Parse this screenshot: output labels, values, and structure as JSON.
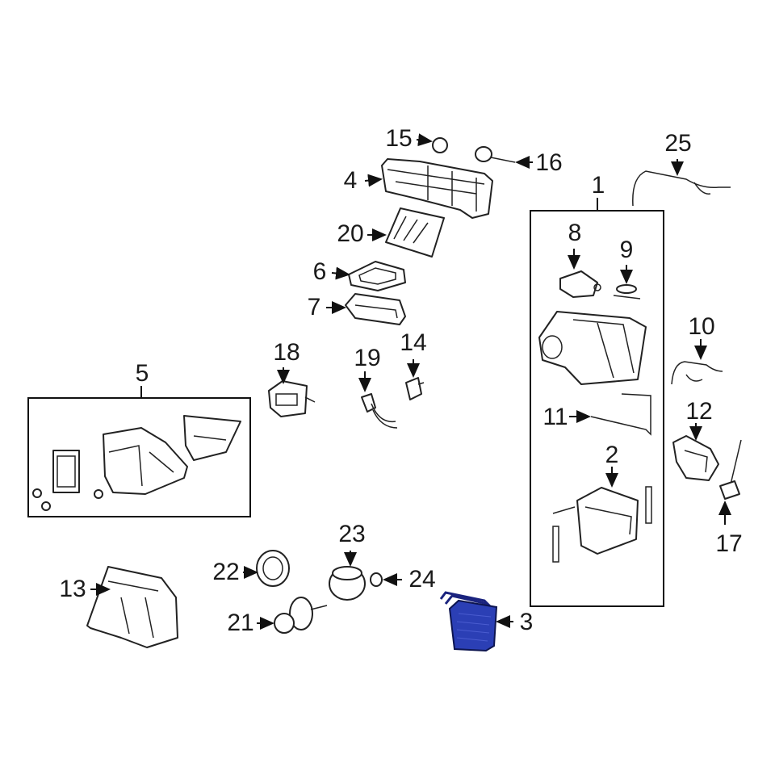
{
  "diagram": {
    "highlight_color": "#2b3fb5",
    "labels": {
      "l1": "1",
      "l2": "2",
      "l3": "3",
      "l4": "4",
      "l5": "5",
      "l6": "6",
      "l7": "7",
      "l8": "8",
      "l9": "9",
      "l10": "10",
      "l11": "11",
      "l12": "12",
      "l13": "13",
      "l14": "14",
      "l15": "15",
      "l16": "16",
      "l17": "17",
      "l18": "18",
      "l19": "19",
      "l20": "20",
      "l21": "21",
      "l22": "22",
      "l23": "23",
      "l24": "24",
      "l25": "25"
    }
  }
}
